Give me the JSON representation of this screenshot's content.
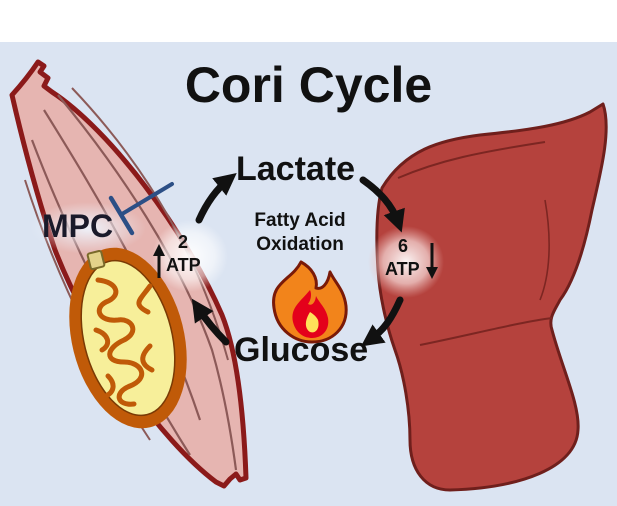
{
  "title": "Cori Cycle",
  "metabolites": {
    "lactate": "Lactate",
    "glucose": "Glucose"
  },
  "process": {
    "line1": "Fatty Acid",
    "line2": "Oxidation"
  },
  "transporter": "MPC",
  "muscle_atp": {
    "count": "2",
    "label": "ATP",
    "direction": "increase"
  },
  "liver_atp": {
    "count": "6",
    "label": "ATP",
    "direction": "decrease"
  },
  "colors": {
    "background": "#dbe4f2",
    "muscle": "#e6b5b1",
    "muscle_outline": "#8b1a1a",
    "liver": "#b5423d",
    "liver_outline": "#6f1f1c",
    "mitochondrion_outer": "#c05a08",
    "mitochondrion_inner": "#f7ef9a",
    "mpc_inhibitor": "#2c4f86",
    "arrow": "#111111",
    "flame_outer": "#f2841b",
    "flame_inner": "#e4001b"
  },
  "icons": [
    "muscle-fiber-icon",
    "liver-icon",
    "mitochondrion-icon",
    "fire-icon",
    "inhibition-bar-icon"
  ]
}
